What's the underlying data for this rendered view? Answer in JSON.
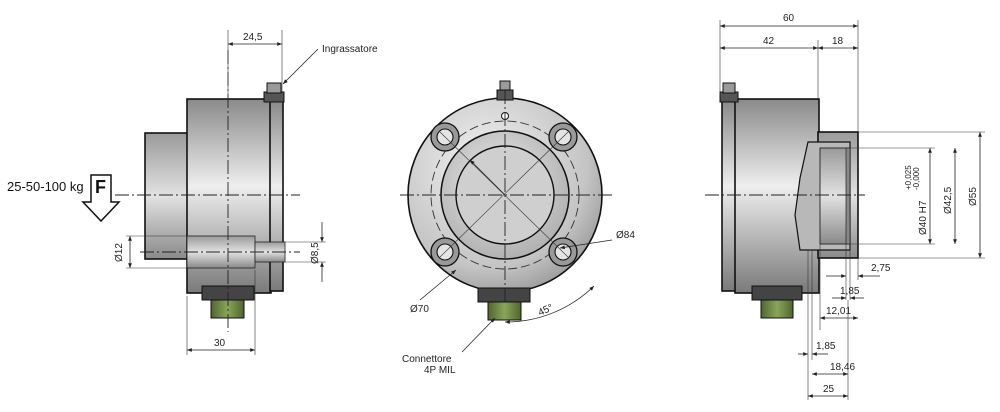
{
  "labels": {
    "lubricator": "Ingrassatore",
    "load": "25-50-100 kg",
    "force": "F",
    "connector_line1": "Connettore",
    "connector_line2": "4P MIL"
  },
  "dimensions": {
    "d_24_5": "24,5",
    "d_30": "30",
    "d_phi12": "Ø12",
    "d_phi8_5": "Ø8,5",
    "d_phi70": "Ø70",
    "d_phi84": "Ø84",
    "d_45": "45°",
    "d_60": "60",
    "d_42": "42",
    "d_18": "18",
    "d_phi40": "Ø40 H7",
    "d_tol_up": "+0,025",
    "d_tol_low": "-0,000",
    "d_phi42_5": "Ø42,5",
    "d_phi55": "Ø55",
    "d_2_75": "2,75",
    "d_1_85a": "1,85",
    "d_12_01": "12,01",
    "d_1_85b": "1,85",
    "d_18_46": "18,46",
    "d_25": "25"
  },
  "colors": {
    "metal_dark": "#7a7a7a",
    "metal_light": "#e6e6e6",
    "connector": "#5f7a3a",
    "line": "#111111"
  }
}
